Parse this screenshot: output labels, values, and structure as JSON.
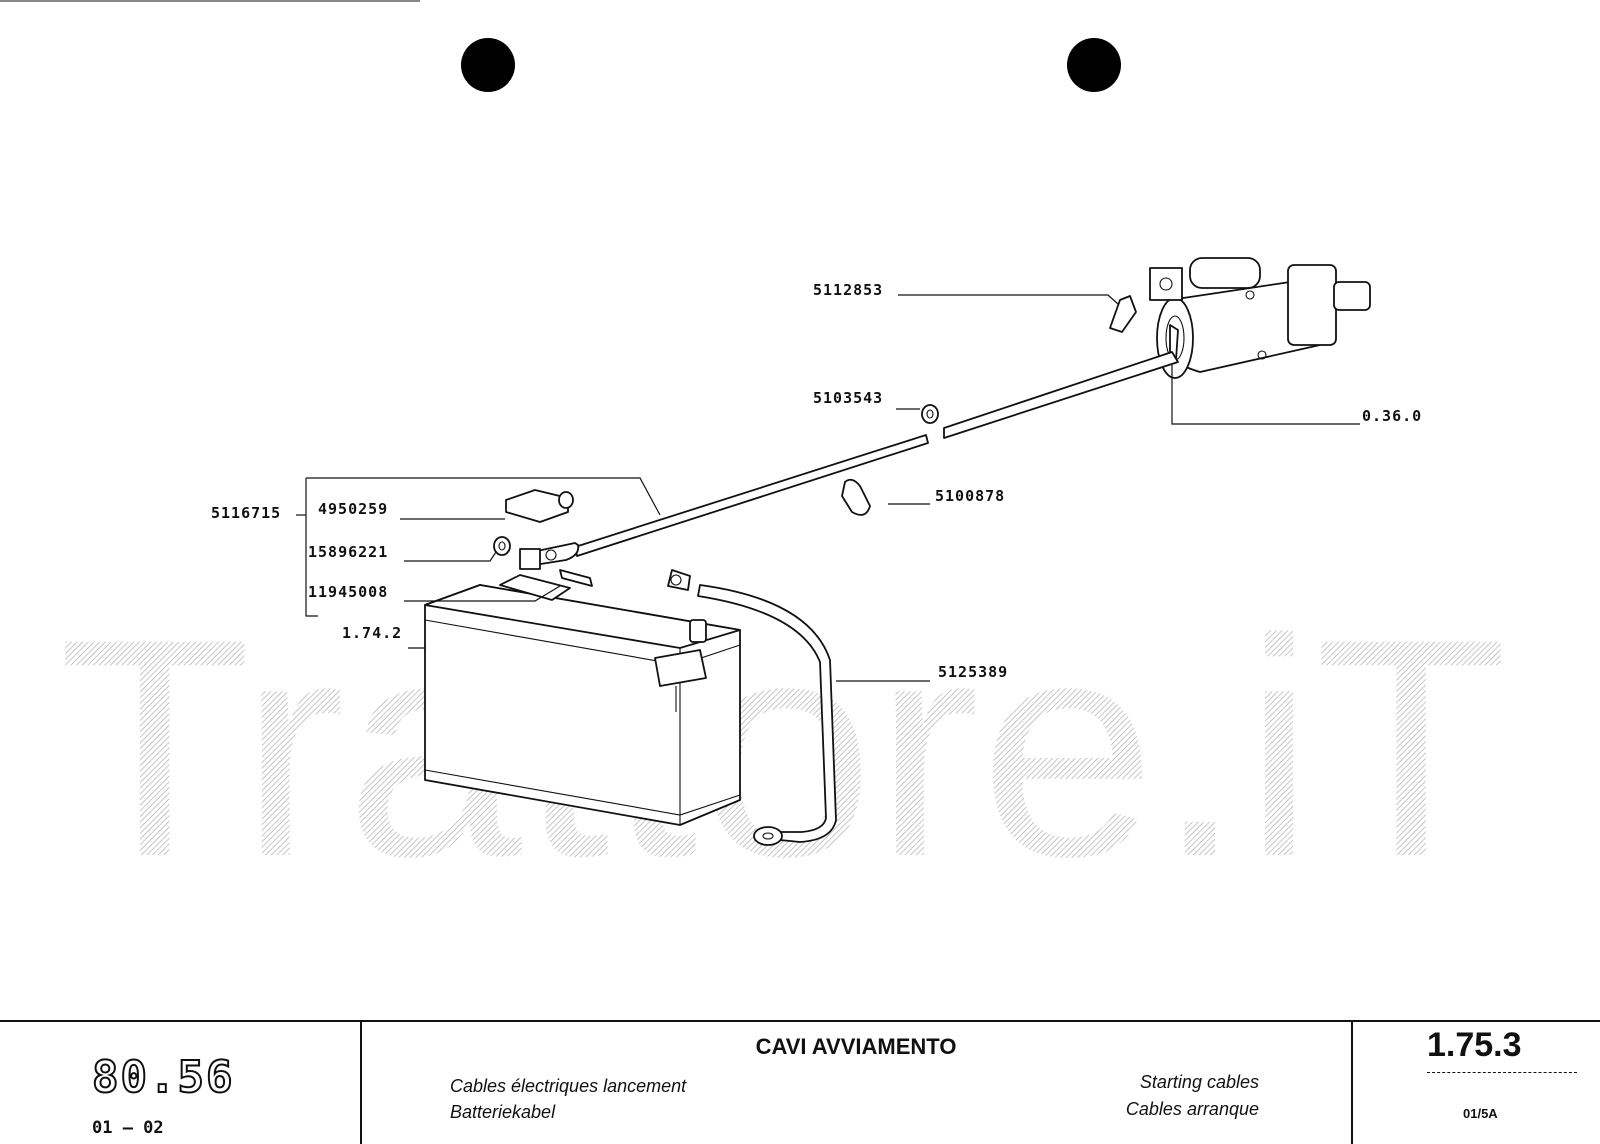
{
  "watermark": {
    "text": "Trattore.iT"
  },
  "callouts": {
    "c5112853": "5112853",
    "c5103543": "5103543",
    "c0360": "0.36.0",
    "c5100878": "5100878",
    "c5116715": "5116715",
    "c4950259": "4950259",
    "c15896221": "15896221",
    "c11945008": "11945008",
    "c1742": "1.74.2",
    "c5125389": "5125389"
  },
  "title_block": {
    "model_logo": "80.56",
    "model_range": "01 – 02",
    "title_it": "CAVI AVVIAMENTO",
    "title_fr": "Cables électriques lancement",
    "title_de": "Batteriekabel",
    "title_en": "Starting cables",
    "title_es": "Cables arranque",
    "page_number": "1.75.3",
    "sheet_code": "01/5A"
  }
}
